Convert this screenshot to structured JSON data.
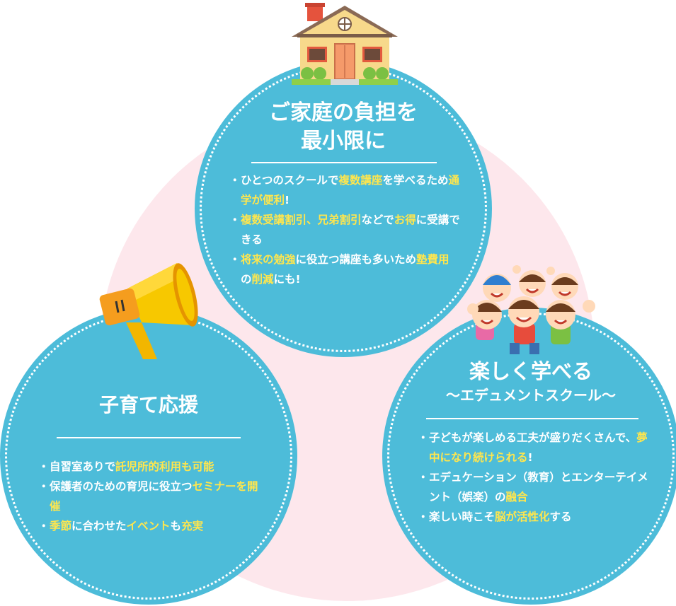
{
  "top": {
    "title_line1": "ご家庭の負担を",
    "title_line2": "最小限に",
    "items": [
      {
        "parts": [
          {
            "t": "ひとつのスクールで",
            "h": false
          },
          {
            "t": "複数講座",
            "h": true
          },
          {
            "t": "を学べるため",
            "h": false
          },
          {
            "t": "通学が便利",
            "h": true
          },
          {
            "t": "!",
            "h": false
          }
        ]
      },
      {
        "parts": [
          {
            "t": "複数受講割引、兄弟割引",
            "h": true
          },
          {
            "t": "などで",
            "h": false
          },
          {
            "t": "お得",
            "h": true
          },
          {
            "t": "に受講できる",
            "h": false
          }
        ]
      },
      {
        "parts": [
          {
            "t": "将来の勉強",
            "h": true
          },
          {
            "t": "に役立つ講座も多いため",
            "h": false
          },
          {
            "t": "塾費用",
            "h": true
          },
          {
            "t": "の",
            "h": false
          },
          {
            "t": "削減",
            "h": true
          },
          {
            "t": "にも!",
            "h": false
          }
        ]
      }
    ]
  },
  "left": {
    "title": "子育て応援",
    "items": [
      {
        "parts": [
          {
            "t": "自習室ありで",
            "h": false
          },
          {
            "t": "託児所的利用も可能",
            "h": true
          }
        ]
      },
      {
        "parts": [
          {
            "t": "保護者のための育児に役立つ",
            "h": false
          },
          {
            "t": "セミナーを開催",
            "h": true
          }
        ]
      },
      {
        "parts": [
          {
            "t": "季節",
            "h": true
          },
          {
            "t": "に合わせた",
            "h": false
          },
          {
            "t": "イベント",
            "h": true
          },
          {
            "t": "も",
            "h": false
          },
          {
            "t": "充実",
            "h": true
          }
        ]
      }
    ]
  },
  "right": {
    "title_line1": "楽しく学べる",
    "title_line2": "〜エデュメントスクール〜",
    "items": [
      {
        "parts": [
          {
            "t": "子どもが楽しめる工夫が盛りだくさんで、",
            "h": false
          },
          {
            "t": "夢中になり続けられる",
            "h": true
          },
          {
            "t": "!",
            "h": false
          }
        ]
      },
      {
        "parts": [
          {
            "t": "エデュケーション（教育）とエンターテイメント（娯楽）の",
            "h": false
          },
          {
            "t": "融合",
            "h": true
          }
        ]
      },
      {
        "parts": [
          {
            "t": "楽しい時こそ",
            "h": false
          },
          {
            "t": "脳が活性化",
            "h": true
          },
          {
            "t": "する",
            "h": false
          }
        ]
      }
    ]
  },
  "illustrations": {
    "house": "house-icon",
    "megaphone": "megaphone-icon",
    "children": "children-icon"
  },
  "colors": {
    "circle": "#4dbcd9",
    "highlight": "#ffe64d",
    "background_circle": "#fde7ec"
  }
}
